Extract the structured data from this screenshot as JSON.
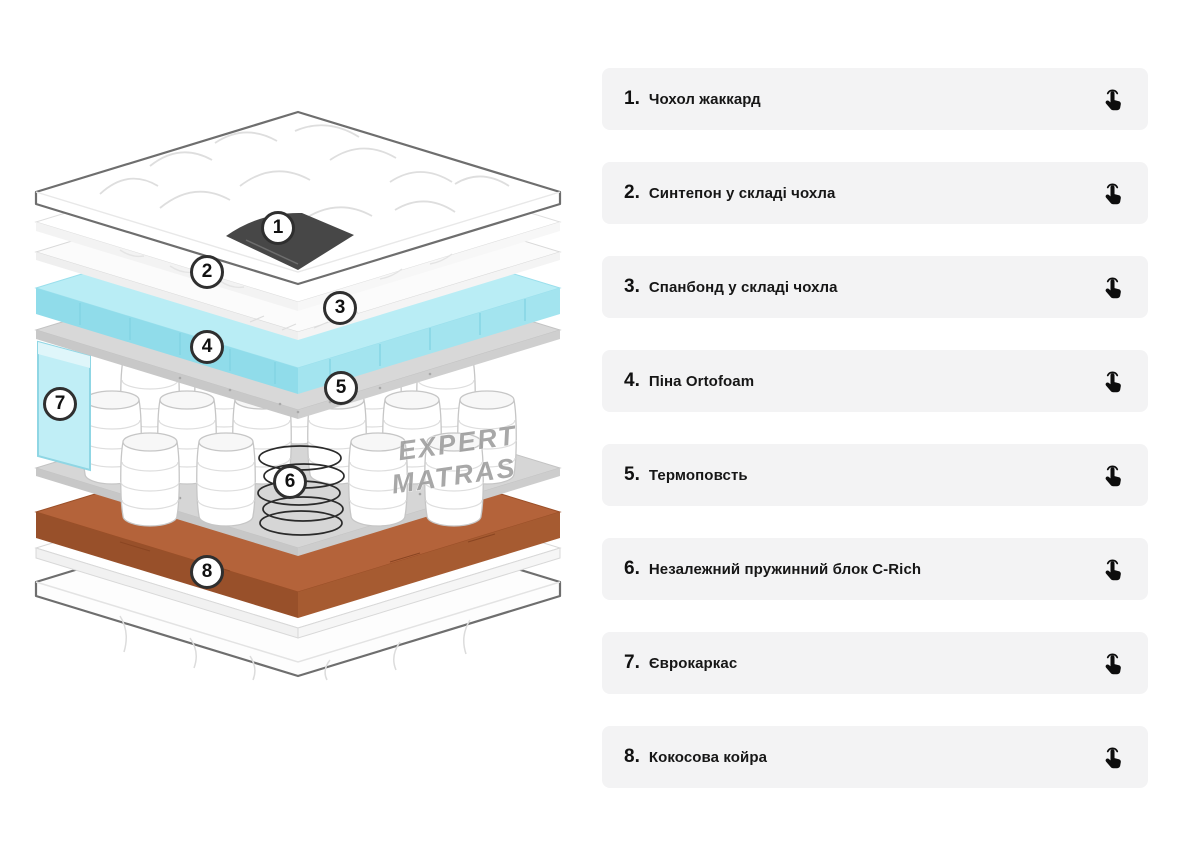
{
  "diagram": {
    "watermark": {
      "line1": "EXPERT",
      "line2": "MATRAS"
    },
    "badges": [
      "1",
      "2",
      "3",
      "4",
      "5",
      "6",
      "7",
      "8"
    ]
  },
  "list": {
    "items": [
      {
        "num": "1.",
        "label": "Чохол жаккард"
      },
      {
        "num": "2.",
        "label": "Синтепон у складі чохла"
      },
      {
        "num": "3.",
        "label": "Спанбонд у складі чохла"
      },
      {
        "num": "4.",
        "label": "Піна Ortofoam"
      },
      {
        "num": "5.",
        "label": "Термоповсть"
      },
      {
        "num": "6.",
        "label": "Незалежний пружинний блок C-Rich"
      },
      {
        "num": "7.",
        "label": "Єврокаркас"
      },
      {
        "num": "8.",
        "label": "Кокосова койра"
      }
    ]
  },
  "colors": {
    "foam": "#b9edf5",
    "coir": "#b4633a",
    "felt": "#d8d8d8",
    "item_bg": "#f3f3f4",
    "badge_border": "#2f2f2f",
    "icon": "#0d0d0d"
  }
}
